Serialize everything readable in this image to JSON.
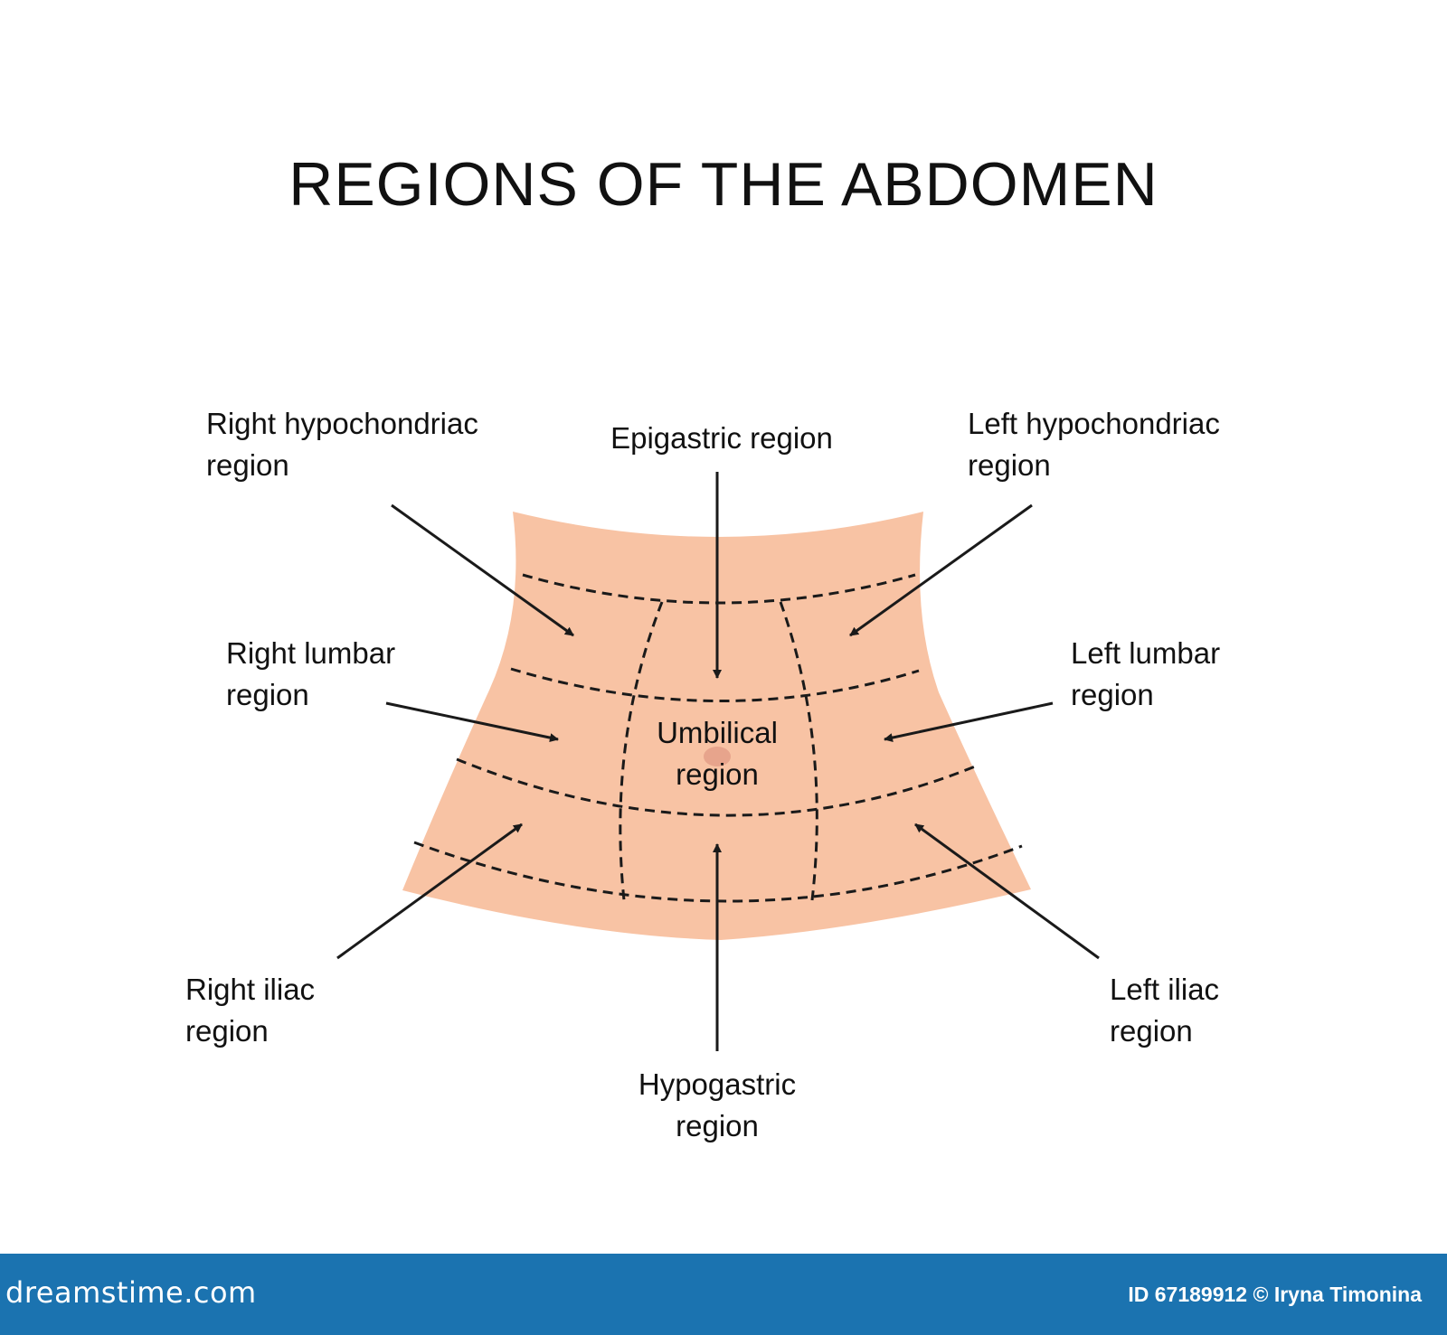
{
  "title": "REGIONS OF THE ABDOMEN",
  "labels": {
    "right_hypochondriac": [
      "Right hypochondriac",
      "region"
    ],
    "epigastric": [
      "Epigastric region"
    ],
    "left_hypochondriac": [
      "Left hypochondriac",
      "region"
    ],
    "right_lumbar": [
      "Right lumbar",
      "region"
    ],
    "umbilical": [
      "Umbilical",
      "region"
    ],
    "left_lumbar": [
      "Left lumbar",
      "region"
    ],
    "right_iliac": [
      "Right iliac",
      "region"
    ],
    "hypogastric": [
      "Hypogastric",
      "region"
    ],
    "left_iliac": [
      "Left iliac",
      "region"
    ]
  },
  "footer": {
    "brand": "dreamstime.com",
    "credit": "ID 67189912 © Iryna Timonina"
  },
  "colors": {
    "skin": "#f8c3a4",
    "navel": "#e7a48c",
    "lines": "#1a1a1a",
    "footer_bg": "#1b73b0",
    "footer_text": "#ffffff"
  }
}
